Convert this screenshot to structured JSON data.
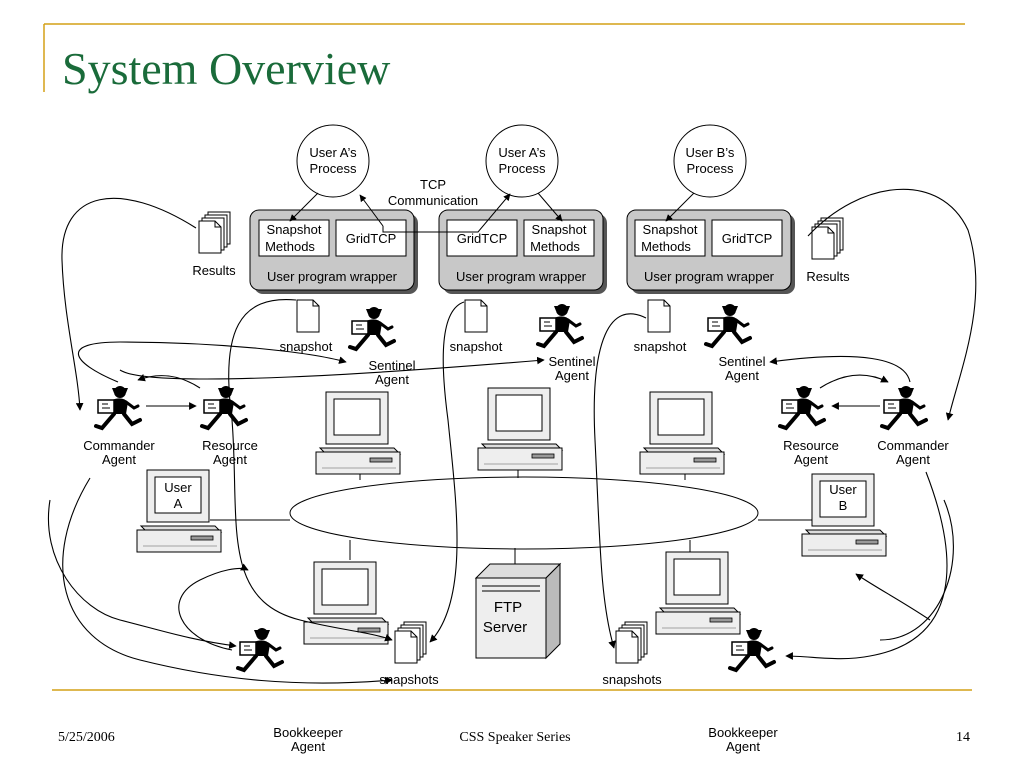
{
  "slide": {
    "title": "System Overview",
    "accent_color": "#d4a017",
    "title_color": "#1a6b3a"
  },
  "diagram": {
    "process_a1": [
      "User A’s",
      "Process"
    ],
    "process_a2": [
      "User A’s",
      "Process"
    ],
    "process_b": [
      "User B’s",
      "Process"
    ],
    "tcp_label": [
      "TCP",
      "Communication"
    ],
    "wrapper_label": "User program wrapper",
    "snapshot_methods": [
      "Snapshot",
      "Methods"
    ],
    "gridtcp": "GridTCP",
    "results": "Results",
    "snapshot": "snapshot",
    "snapshots": "snapshots",
    "sentinel_agent": [
      "Sentinel",
      "Agent"
    ],
    "commander_agent": [
      "Commander",
      "Agent"
    ],
    "resource_agent": [
      "Resource",
      "Agent"
    ],
    "user_a": [
      "User",
      "A"
    ],
    "user_b": [
      "User",
      "B"
    ],
    "ftp_server": [
      "FTP",
      "Server"
    ],
    "bookkeeper_agent": [
      "Bookkeeper",
      "Agent"
    ]
  },
  "footer": {
    "date": "5/25/2006",
    "series": "CSS Speaker Series",
    "page": "14"
  }
}
